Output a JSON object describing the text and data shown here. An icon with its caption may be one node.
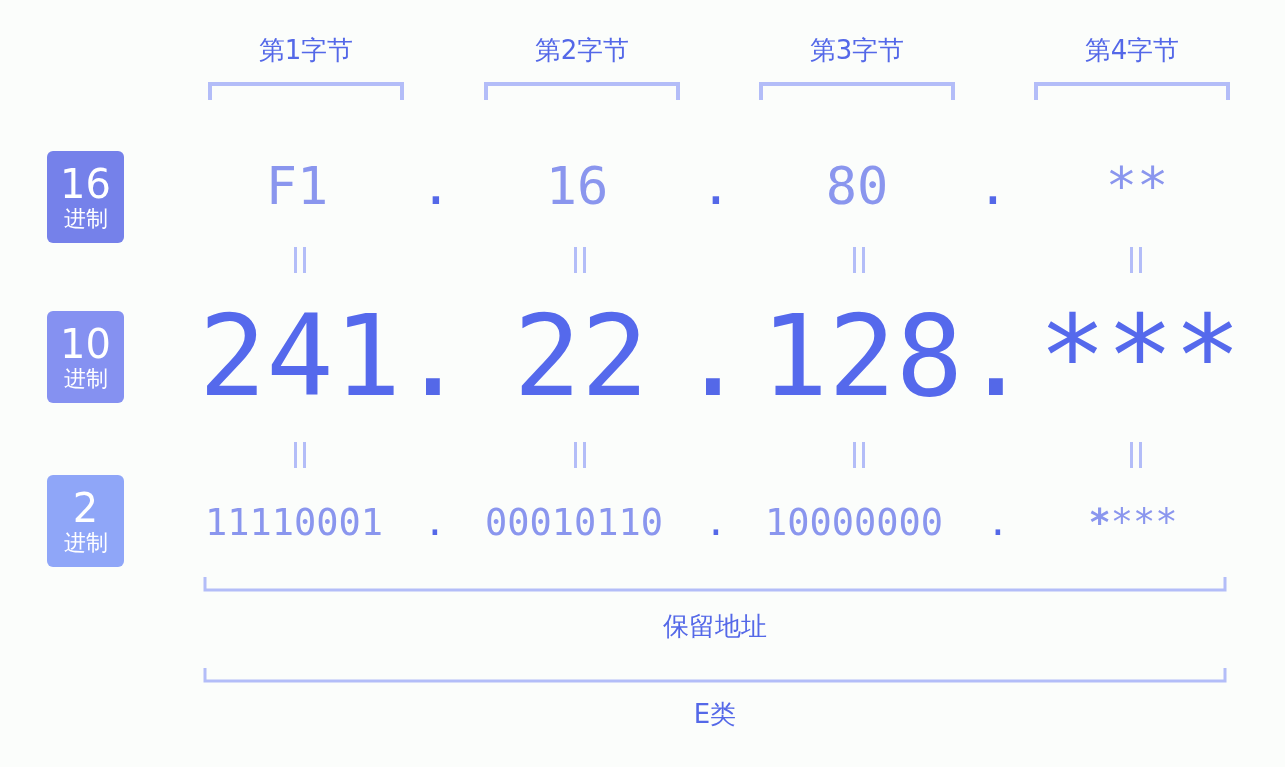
{
  "diagram": {
    "nodes": [
      {
        "text": [
          "16",
          "进制"
        ]
      },
      {
        "text": [
          "10",
          "进制"
        ]
      },
      {
        "text": [
          "2",
          "进制"
        ]
      }
    ],
    "labels": [
      "第1字节",
      "第2字节",
      "第3字节",
      "第4字节",
      "F1",
      ".",
      "16",
      ".",
      "80",
      ".",
      "**",
      "241",
      ".",
      "22",
      ".",
      "128",
      ".",
      "***",
      "11110001",
      ".",
      "00010110",
      ".",
      "10000000",
      ".",
      "********",
      "保留地址",
      "E类"
    ]
  }
}
